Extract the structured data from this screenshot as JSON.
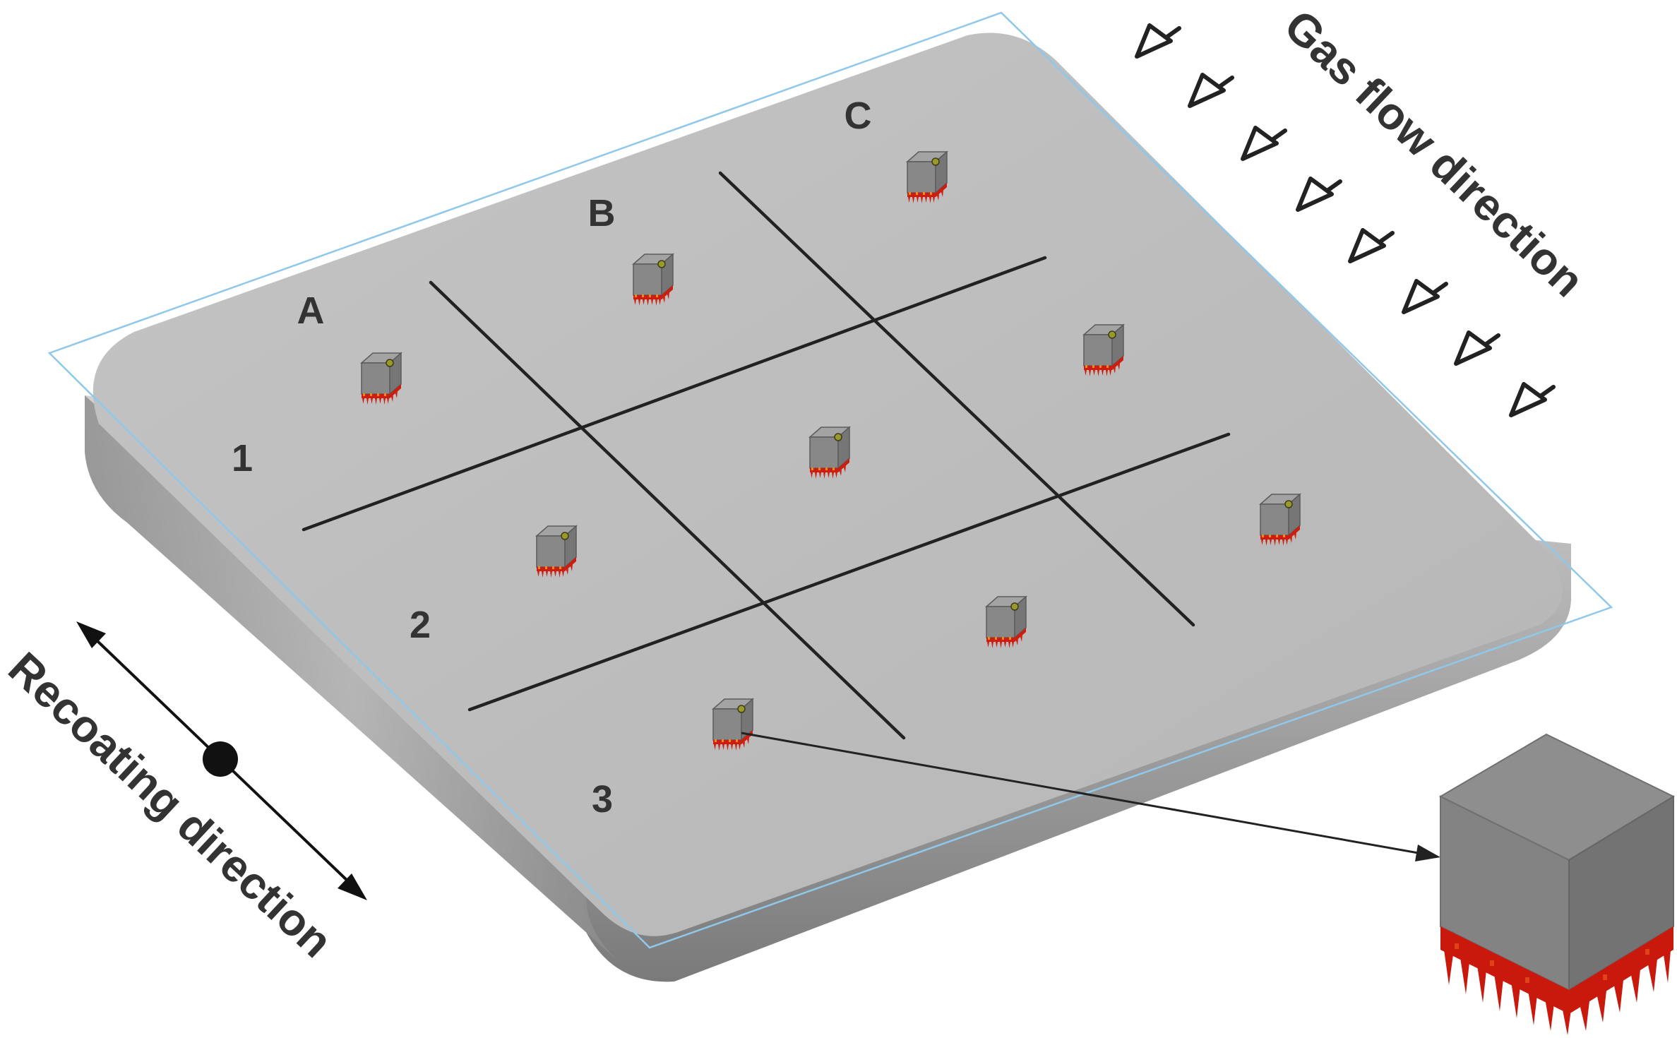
{
  "labels": {
    "columns": [
      "A",
      "B",
      "C"
    ],
    "rows": [
      "1",
      "2",
      "3"
    ],
    "gas_flow": "Gas flow direction",
    "recoating": "Recoating direction"
  },
  "colors": {
    "plate_top": "#bcbcbc",
    "plate_side": "#9a9a9a",
    "outline": "#8fc8ea",
    "grid_line": "#222222",
    "cube_front": "#878787",
    "cube_right": "#777777",
    "cube_top": "#a0a0a0",
    "support": "#cc1d0e",
    "support_hot": "#f07a1a",
    "marker": "#9a9a2a",
    "text": "#333333"
  },
  "icons": {
    "gas_arrow": "arrow-icon",
    "recoat_arrow": "double-arrow-icon"
  }
}
